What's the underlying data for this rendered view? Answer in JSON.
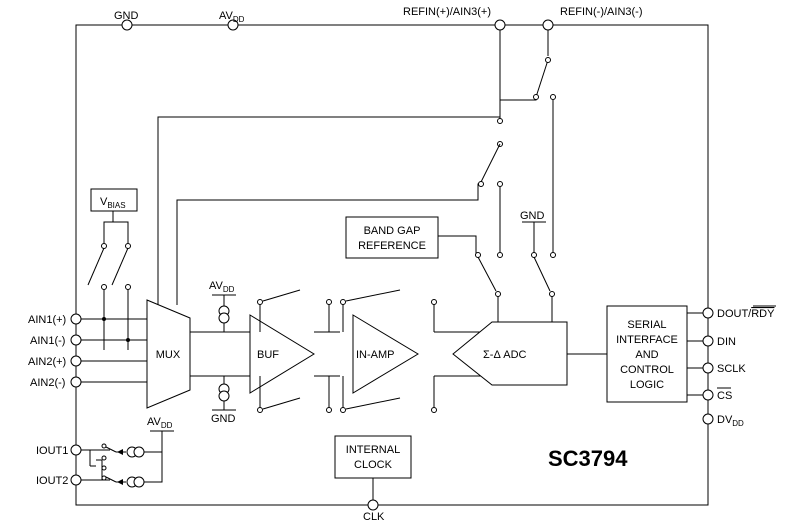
{
  "top_pins": {
    "gnd": "GND",
    "avdd_main": "AV",
    "avdd_sub": "DD",
    "refin_pos": "REFIN(+)/AIN3(+)",
    "refin_neg": "REFIN(-)/AIN3(-)"
  },
  "left_pins": {
    "ain1p": "AIN1(+)",
    "ain1n": "AIN1(-)",
    "ain2p": "AIN2(+)",
    "ain2n": "AIN2(-)",
    "iout1": "IOUT1",
    "iout2": "IOUT2"
  },
  "right_pins": {
    "dout": "DOUT/",
    "rdy": "RDY",
    "din": "DIN",
    "sclk": "SCLK",
    "cs": "CS",
    "dvdd_main": "DV",
    "dvdd_sub": "DD"
  },
  "bottom_pins": {
    "clk": "CLK"
  },
  "blocks": {
    "vbias_main": "V",
    "vbias_sub": "BIAS",
    "mux": "MUX",
    "buf": "BUF",
    "inamp": "IN-AMP",
    "adc": "Σ-Δ ADC",
    "bandgap_line1": "BAND GAP",
    "bandgap_line2": "REFERENCE",
    "serial_line1": "SERIAL",
    "serial_line2": "INTERFACE",
    "serial_line3": "AND",
    "serial_line4": "CONTROL",
    "serial_line5": "LOGIC",
    "clock_line1": "INTERNAL",
    "clock_line2": "CLOCK"
  },
  "internal_labels": {
    "avdd_buf_main": "AV",
    "avdd_buf_sub": "DD",
    "gnd_buf": "GND",
    "gnd_ref": "GND",
    "avdd_iout_main": "AV",
    "avdd_iout_sub": "DD"
  },
  "part_number": "SC3794"
}
